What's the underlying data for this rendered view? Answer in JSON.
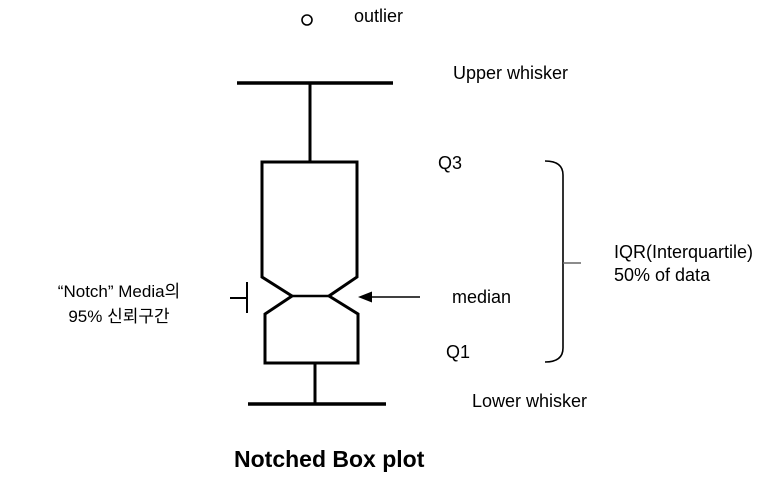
{
  "title": "Notched Box plot",
  "colors": {
    "line": "#000000",
    "background": "#ffffff",
    "brace_tick": "#666666"
  },
  "labels": {
    "outlier": "outlier",
    "upper_whisker": "Upper whisker",
    "q3": "Q3",
    "median": "median",
    "q1": "Q1",
    "lower_whisker": "Lower whisker"
  },
  "iqr_note": {
    "line1": "IQR(Interquartile)",
    "line2": "50% of data"
  },
  "notch_note": {
    "line1": "“Notch”  Media의",
    "line2": "95% 신뢰구간"
  }
}
